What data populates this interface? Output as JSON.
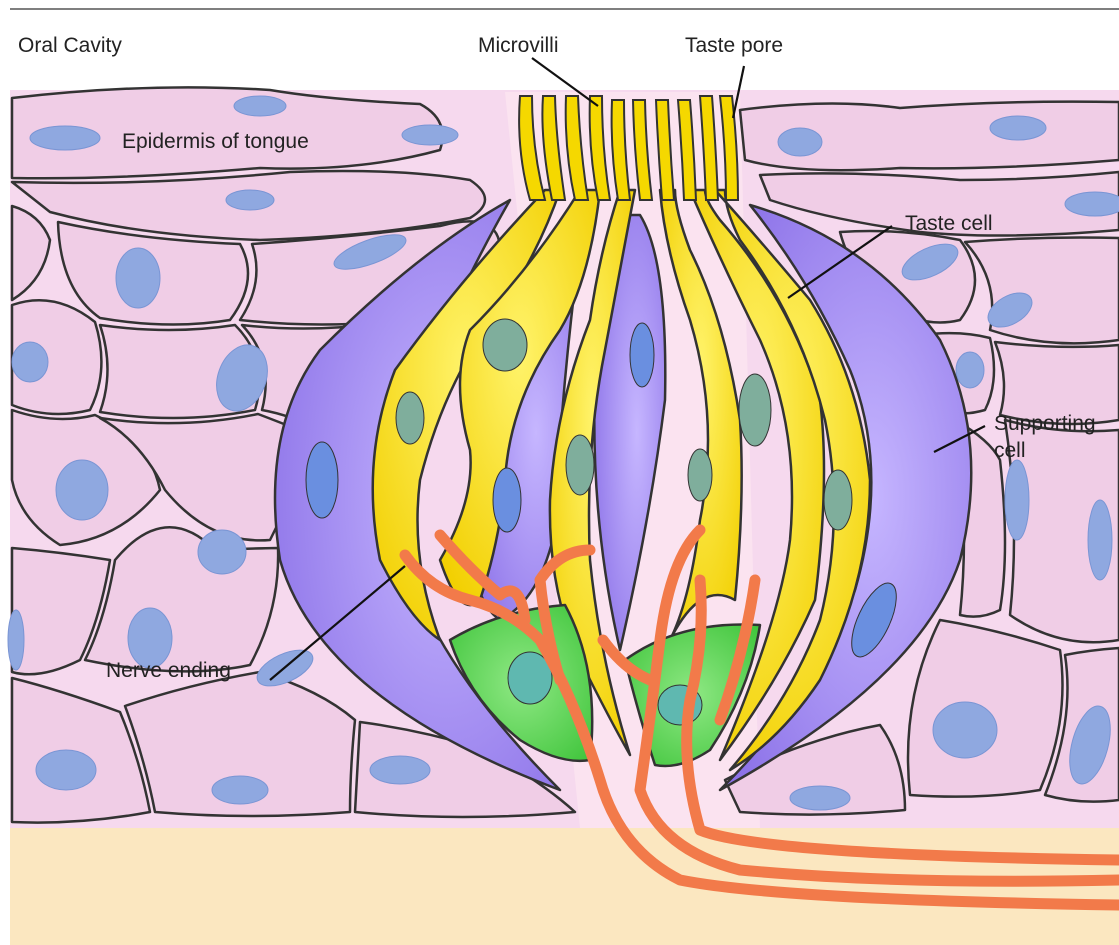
{
  "labels": {
    "oral_cavity": "Oral Cavity",
    "microvilli": "Microvilli",
    "taste_pore": "Taste pore",
    "epidermis": "Epidermis of tongue",
    "taste_cell": "Taste cell",
    "supporting_cell_line1": "Supporting",
    "supporting_cell_line2": "cell",
    "nerve_ending": "Nerve ending"
  },
  "colors": {
    "epidermis_cell": "#f0cde6",
    "epidermis_nucleus": "#8fa8e0",
    "taste_cell": "#f5d800",
    "supporting_cell": "#9b86ee",
    "basal_cell": "#4fd64a",
    "nerve": "#f27a4a",
    "connective_tissue": "#fbe7c0",
    "taste_pore_lumen": "#fbe0ee"
  }
}
